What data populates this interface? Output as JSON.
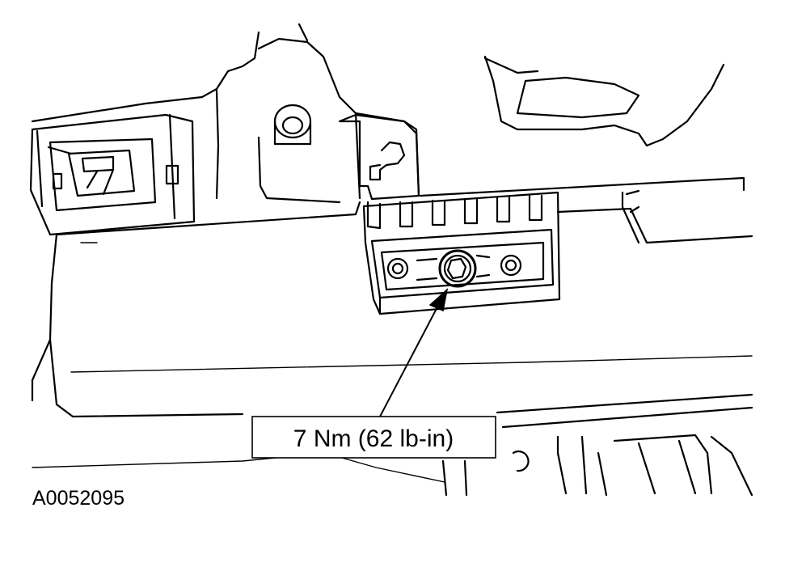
{
  "callout": {
    "label": "7 Nm (62 lb-in)",
    "target": "bolt"
  },
  "figure_id": "A0052095"
}
